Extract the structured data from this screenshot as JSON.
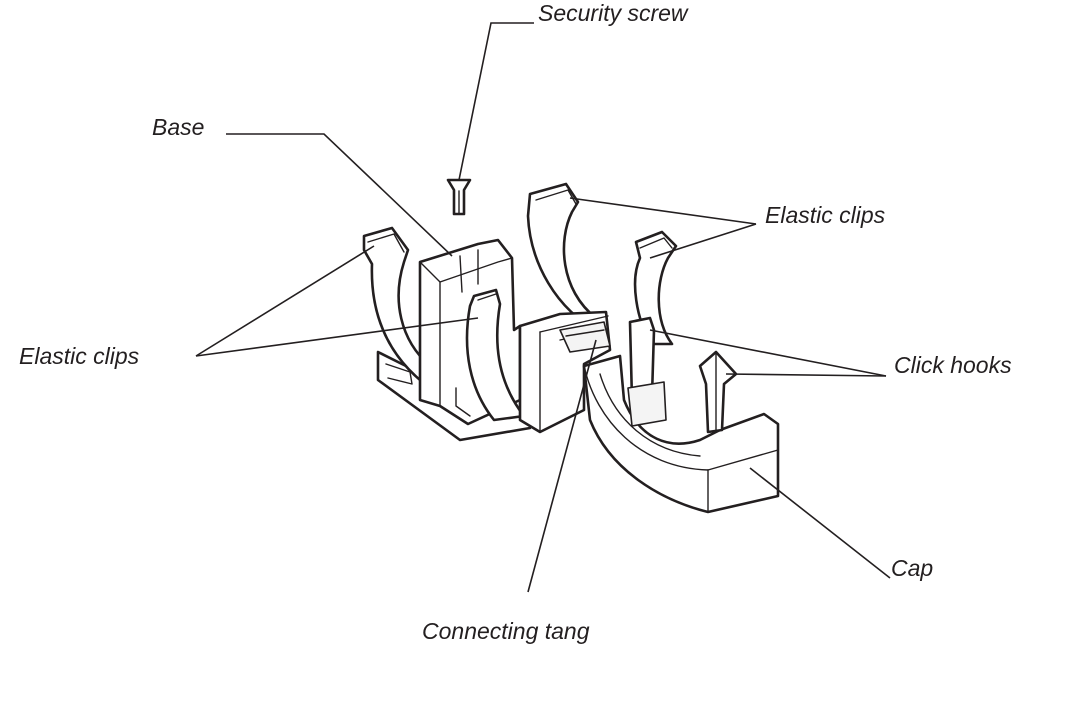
{
  "diagram": {
    "labels": {
      "security_screw": "Security screw",
      "base": "Base",
      "elastic_clips_right": "Elastic clips",
      "elastic_clips_left": "Elastic clips",
      "click_hooks": "Click hooks",
      "cap": "Cap",
      "connecting_tang": "Connecting tang"
    },
    "colors": {
      "line": "#231f20",
      "background": "#ffffff"
    }
  }
}
